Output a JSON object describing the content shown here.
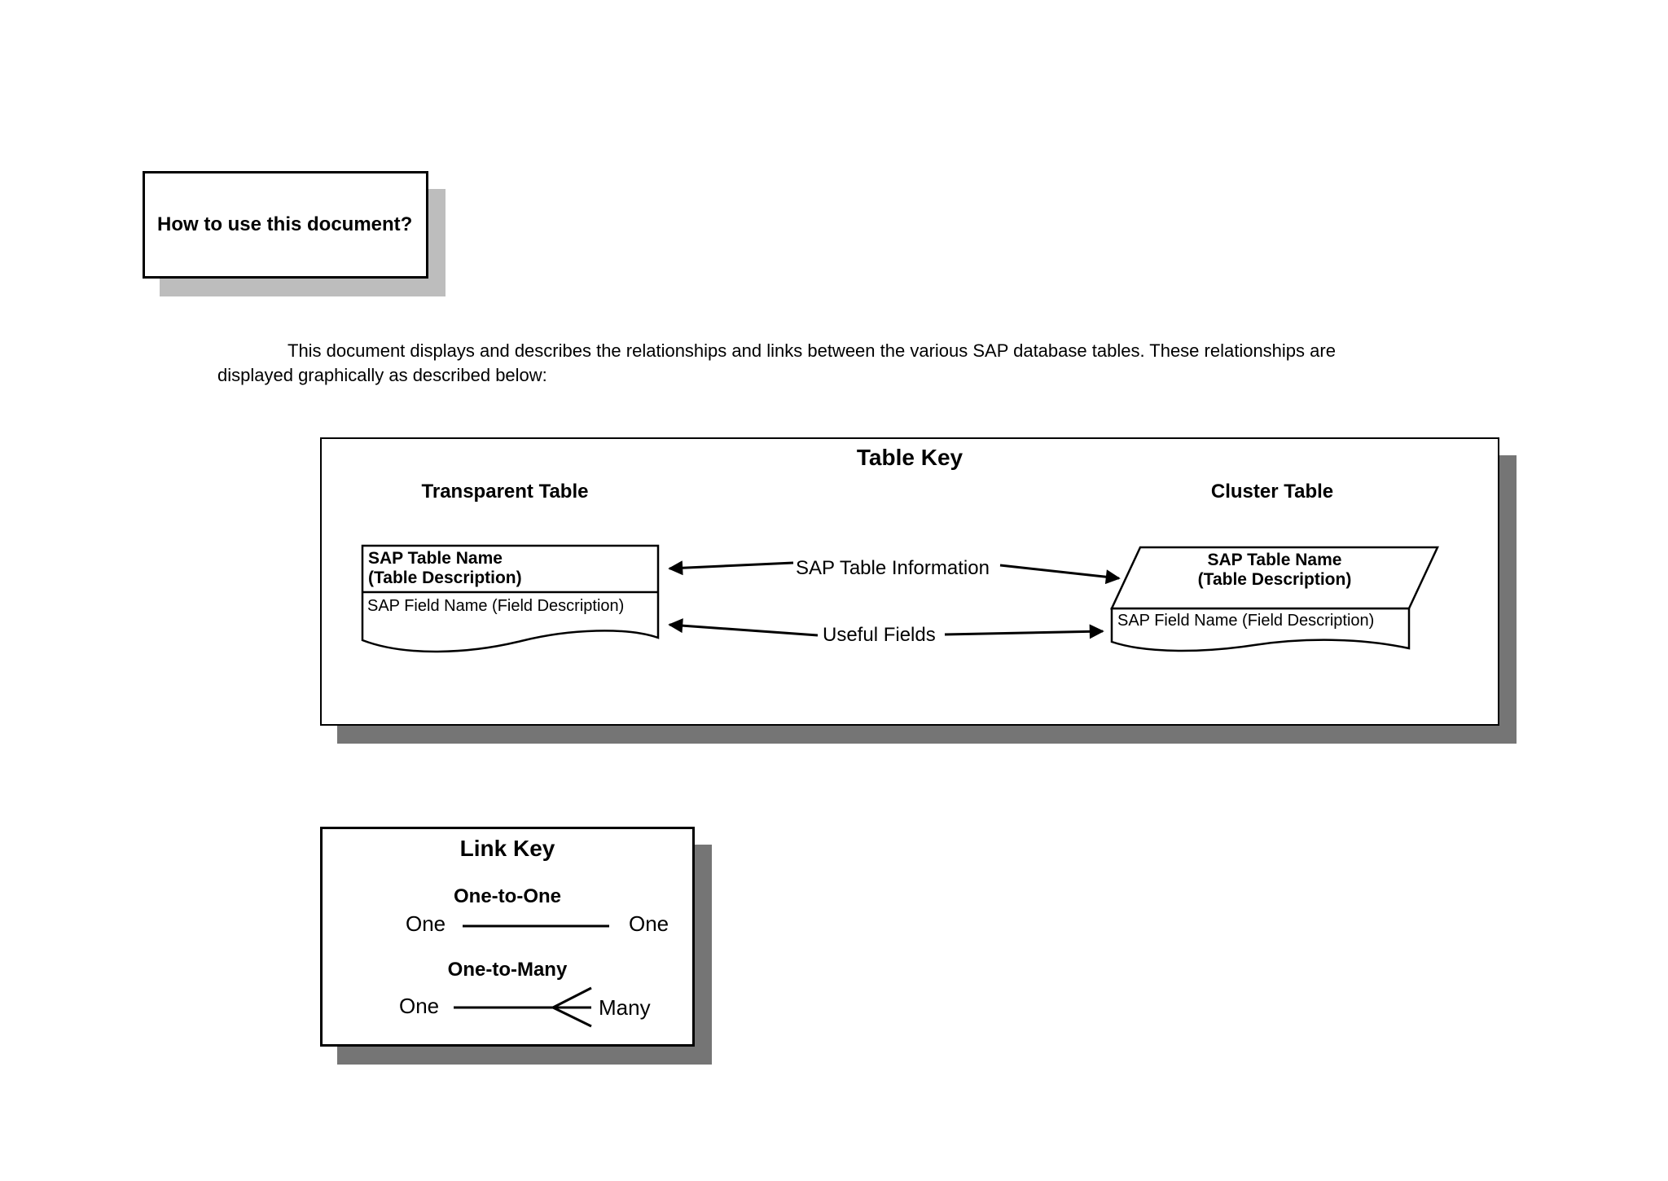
{
  "howto_box": {
    "title": "How to use this document?"
  },
  "intro": {
    "line1": "This document displays and describes the relationships and links between the various SAP database tables. These relationships are",
    "line2": "displayed graphically as described below:"
  },
  "table_key": {
    "title": "Table Key",
    "left_heading": "Transparent Table",
    "right_heading": "Cluster Table",
    "transparent_table": {
      "name": "SAP Table Name",
      "description": "(Table Description)",
      "field": "SAP Field Name (Field Description)"
    },
    "cluster_table": {
      "name": "SAP Table Name",
      "description": "(Table Description)",
      "field": "SAP Field Name (Field Description)"
    },
    "labels": {
      "table_info": "SAP Table Information",
      "useful_fields": "Useful Fields"
    }
  },
  "link_key": {
    "title": "Link Key",
    "one_to_one": {
      "heading": "One-to-One",
      "left": "One",
      "right": "One"
    },
    "one_to_many": {
      "heading": "One-to-Many",
      "left": "One",
      "right": "Many"
    }
  },
  "colors": {
    "ink": "#000000",
    "paper": "#ffffff",
    "shadow_light": "#bdbdbd",
    "shadow_dark": "#757575"
  }
}
